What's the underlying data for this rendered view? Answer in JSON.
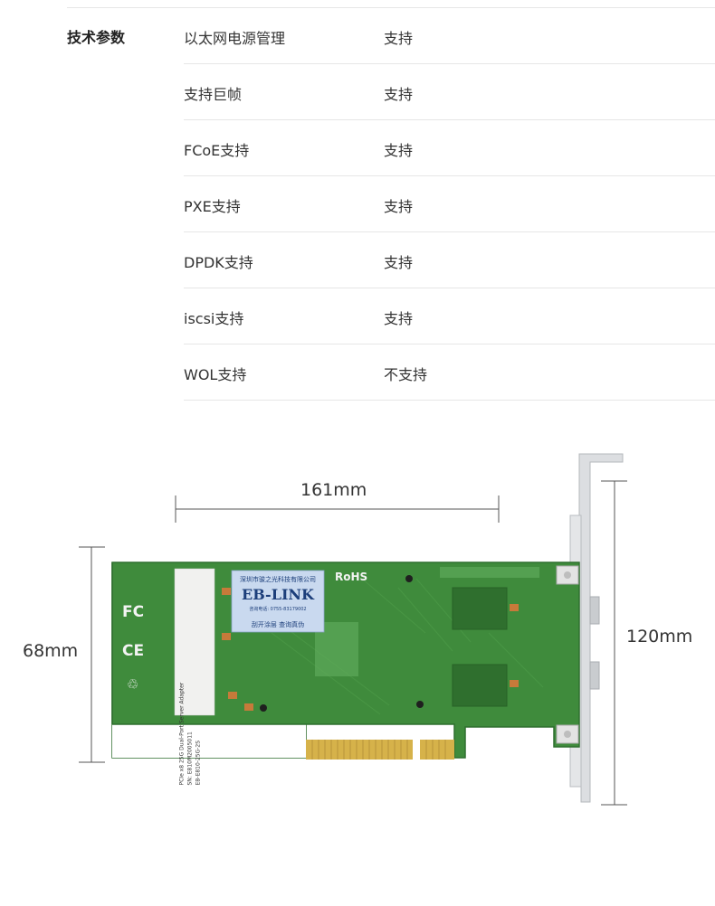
{
  "specs": {
    "section_label": "技术参数",
    "rows": [
      {
        "key": "以太网电源管理",
        "value": "支持"
      },
      {
        "key": "支持巨帧",
        "value": "支持"
      },
      {
        "key": "FCoE支持",
        "value": "支持"
      },
      {
        "key": "PXE支持",
        "value": "支持"
      },
      {
        "key": "DPDK支持",
        "value": "支持"
      },
      {
        "key": "iscsi支持",
        "value": "支持"
      },
      {
        "key": "WOL支持",
        "value": "不支持"
      }
    ]
  },
  "dimensions": {
    "length": "161mm",
    "height": "68mm",
    "bracket_height": "120mm"
  },
  "card": {
    "sticker_company": "深圳市骏之光科技有限公司",
    "sticker_brand": "EB-LINK",
    "sticker_phone": "咨询电话: 0755-83179002",
    "sticker_footer": "刮开涂层 查询真伪",
    "rohs": "RoHS",
    "fc_mark": "FC",
    "ce_mark": "CE",
    "label_line1": "PCIe x8 25G Dual-Port Server Adapter",
    "label_line2": "SN: E810M2005011",
    "label_line3": "EB-E810-25G-2S",
    "colors": {
      "pcb": "#3f8b3c",
      "pcb_dark": "#2f6f2e",
      "gold": "#d6b24a",
      "bracket": "#d9dbde"
    }
  }
}
